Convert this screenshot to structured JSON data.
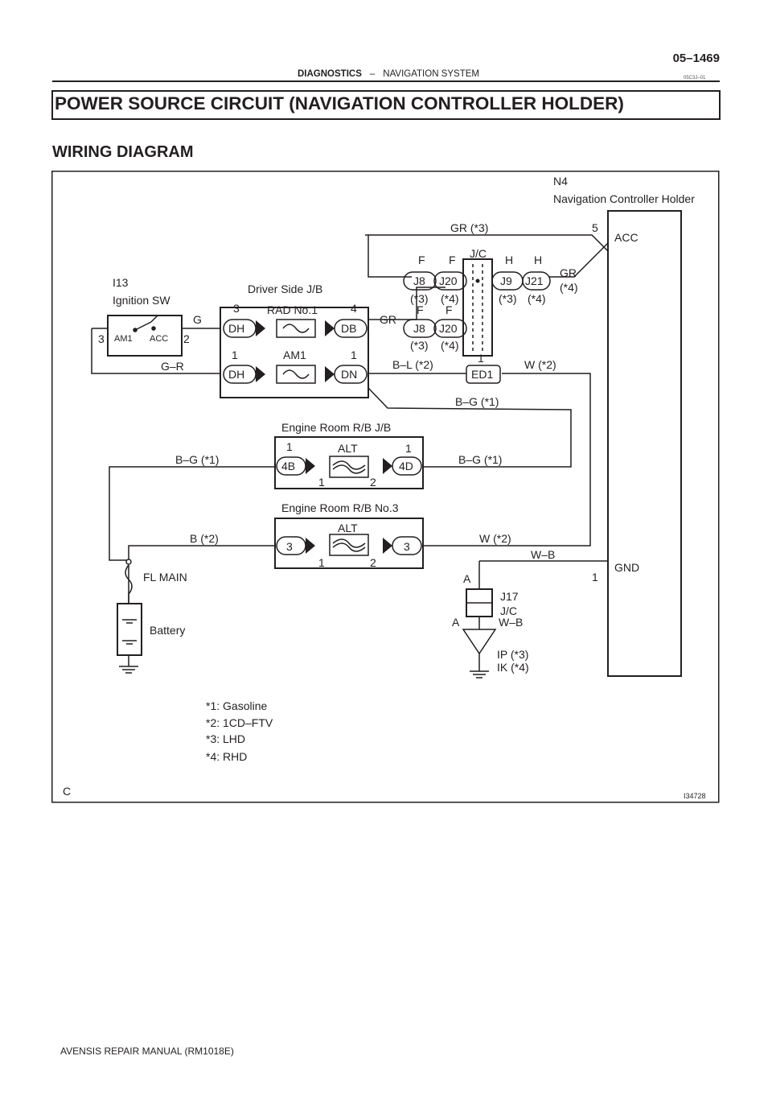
{
  "header": {
    "page_number": "05–1469",
    "section": "DIAGNOSTICS",
    "separator": "–",
    "subsection": "NAVIGATION SYSTEM",
    "code": "05C3J–01"
  },
  "title": "POWER SOURCE CIRCUIT (NAVIGATION CONTROLLER HOLDER)",
  "section_heading": "WIRING DIAGRAM",
  "diagram": {
    "figure_id": "I34728",
    "corner_letter": "C",
    "nav_holder": {
      "code": "N4",
      "name": "Navigation Controller Holder",
      "pin_acc_num": "5",
      "pin_acc": "ACC",
      "pin_gnd_num": "1",
      "pin_gnd": "GND"
    },
    "ignition": {
      "code": "I13",
      "name": "Ignition SW",
      "am1": "AM1",
      "acc": "ACC",
      "pin_left": "3",
      "pin_right": "2"
    },
    "driver_jb": {
      "name": "Driver Side J/B",
      "fuse1": "RAD No.1",
      "fuse2": "AM1",
      "c_dh": "DH",
      "c_db": "DB",
      "c_dn": "DN",
      "p3": "3",
      "p4": "4",
      "p1a": "1",
      "p1b": "1"
    },
    "jc": {
      "name": "J/C",
      "f": "F",
      "h": "H",
      "j8": "J8",
      "j20": "J20",
      "j9": "J9",
      "j21": "J21",
      "lhd": "(*3)",
      "rhd": "(*4)",
      "pin1": "1",
      "ed1": "ED1"
    },
    "engine_rb_jb": {
      "name": "Engine Room R/B J/B",
      "fuse": "ALT",
      "c_4b": "4B",
      "c_4d": "4D",
      "p1l": "1",
      "p1r": "1",
      "pf1": "1",
      "pf2": "2"
    },
    "engine_rb3": {
      "name": "Engine Room R/B No.3",
      "fuse": "ALT",
      "c_l": "3",
      "c_r": "3",
      "pf1": "1",
      "pf2": "2"
    },
    "fl_main": "FL MAIN",
    "battery": "Battery",
    "j17": {
      "code": "J17",
      "name": "J/C",
      "a": "A",
      "wb": "W–B"
    },
    "ground": {
      "ip": "IP (*3)",
      "ik": "IK (*4)"
    },
    "wires": {
      "gr_top": "GR (*3)",
      "gr_rhd": "GR",
      "rhd": "(*4)",
      "g": "G",
      "gr": "GR",
      "gr_wire": "G–R",
      "bl2": "B–L (*2)",
      "w2": "W (*2)",
      "bg1": "B–G (*1)",
      "b2": "B (*2)",
      "wb": "W–B"
    },
    "notes": [
      "*1: Gasoline",
      "*2: 1CD–FTV",
      "*3: LHD",
      "*4: RHD"
    ]
  },
  "footer": "AVENSIS REPAIR MANUAL   (RM1018E)",
  "colors": {
    "ink": "#231f20",
    "background": "#ffffff"
  }
}
